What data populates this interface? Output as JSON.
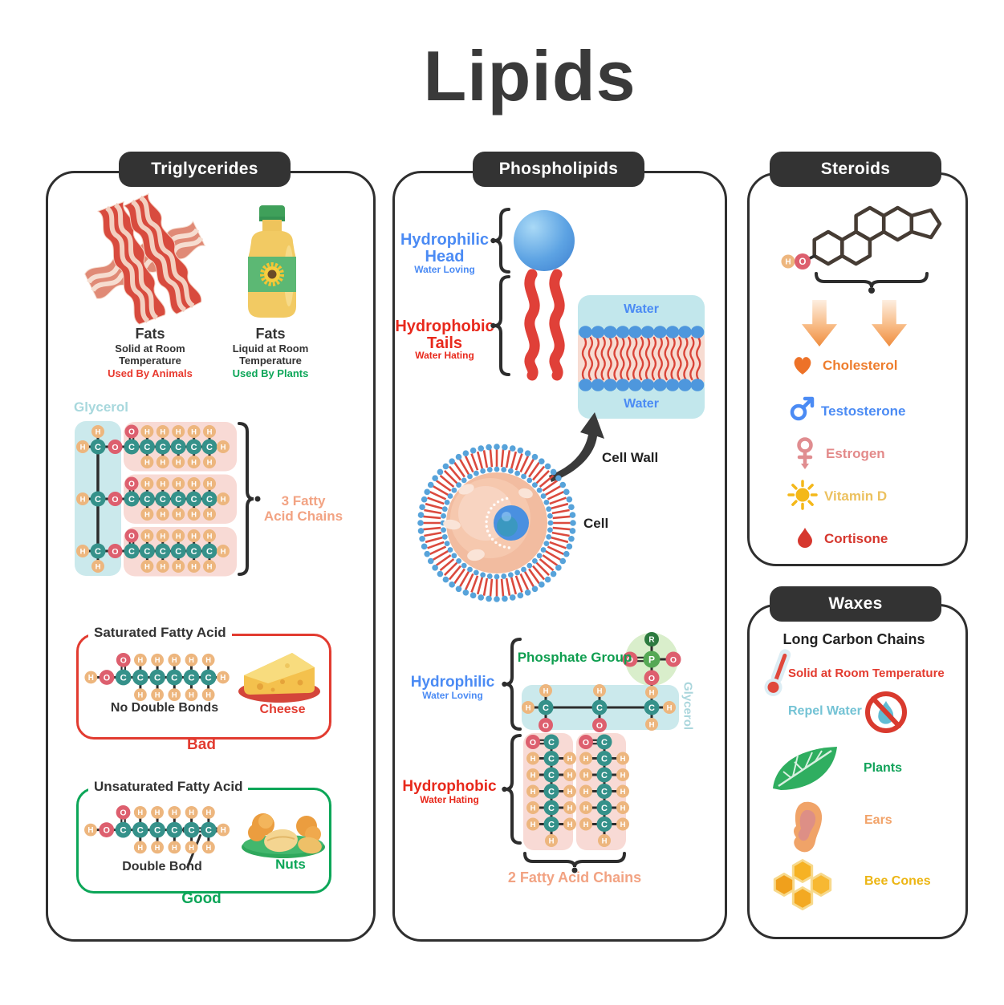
{
  "title": "Lipids",
  "atoms": {
    "hydrogen": "H",
    "carbon": "C",
    "oxygen": "O",
    "phosphorus": "P",
    "r_group": "R"
  },
  "molecule_info": {
    "triglyceride_fatty_chains": 3,
    "triglyceride_chain_carbons": 6,
    "fatty_acid_carbons": 6,
    "phospholipid_fatty_chains": 2,
    "phospholipid_chain_carbons": 5
  },
  "triglycerides": {
    "header": "Triglycerides",
    "animal_fat": {
      "title": "Fats",
      "line1": "Solid at Room",
      "line2": "Temperature",
      "note": "Used By Animals",
      "note_color": "#e8392e"
    },
    "plant_fat": {
      "title": "Fats",
      "line1": "Liquid at Room",
      "line2": "Temperature",
      "note": "Used By Plants",
      "note_color": "#0ca658"
    },
    "glycerol_label": "Glycerol",
    "glycerol_label_color": "#a8d8dd",
    "chains_label1": "3 Fatty",
    "chains_label2": "Acid Chains",
    "chains_label_color": "#f2a383",
    "saturated": {
      "title": "Saturated Fatty Acid",
      "bond_note": "No Double Bonds",
      "food": "Cheese",
      "verdict": "Bad",
      "accent": "#e23b30"
    },
    "unsaturated": {
      "title": "Unsaturated Fatty Acid",
      "bond_note": "Double Bond",
      "food": "Nuts",
      "verdict": "Good",
      "accent": "#0ca658"
    }
  },
  "phospholipids": {
    "header": "Phospholipids",
    "head": {
      "title1": "Hydrophilic",
      "title2": "Head",
      "sub": "Water Loving",
      "color": "#4b8bf4"
    },
    "tails": {
      "title1": "Hydrophobic",
      "title2": "Tails",
      "sub": "Water Hating",
      "color": "#e8291c"
    },
    "water_top": "Water",
    "water_bottom": "Water",
    "water_color": "#4b8bf4",
    "cell_wall": "Cell Wall",
    "cell": "Cell",
    "phosphate_label": "Phosphate Group",
    "phosphate_color": "#0e9e4f",
    "glycerol_label": "Glycerol",
    "glycerol_label_color": "#aad6dc",
    "hydrophilic": {
      "title": "Hydrophilic",
      "sub": "Water Loving",
      "color": "#4b8bf4"
    },
    "hydrophobic": {
      "title": "Hydrophobic",
      "sub": "Water Hating",
      "color": "#e8291c"
    },
    "chains_label": "2 Fatty Acid Chains",
    "chains_color": "#f2a383"
  },
  "steroids": {
    "header": "Steroids",
    "items": [
      {
        "label": "Cholesterol",
        "icon": "heart-icon",
        "color": "#ee7d2d"
      },
      {
        "label": "Testosterone",
        "icon": "male-icon",
        "color": "#4b8bf4"
      },
      {
        "label": "Estrogen",
        "icon": "female-icon",
        "color": "#e38a8a"
      },
      {
        "label": "Vitamin D",
        "icon": "sun-icon",
        "color": "#ecc15f"
      },
      {
        "label": "Cortisone",
        "icon": "droplet-icon",
        "color": "#d6372e"
      }
    ]
  },
  "waxes": {
    "header": "Waxes",
    "subtitle": "Long Carbon Chains",
    "items": [
      {
        "label": "Solid at Room Temperature",
        "icon": "thermometer-icon",
        "color": "#e33b2f"
      },
      {
        "label": "Repel Water",
        "icon": "no-water-icon",
        "color": "#74c3d5"
      },
      {
        "label": "Plants",
        "icon": "leaf-icon",
        "color": "#12a35a"
      },
      {
        "label": "Ears",
        "icon": "ear-icon",
        "color": "#f2a369"
      },
      {
        "label": "Bee Cones",
        "icon": "honeycomb-icon",
        "color": "#ecb513"
      }
    ]
  }
}
